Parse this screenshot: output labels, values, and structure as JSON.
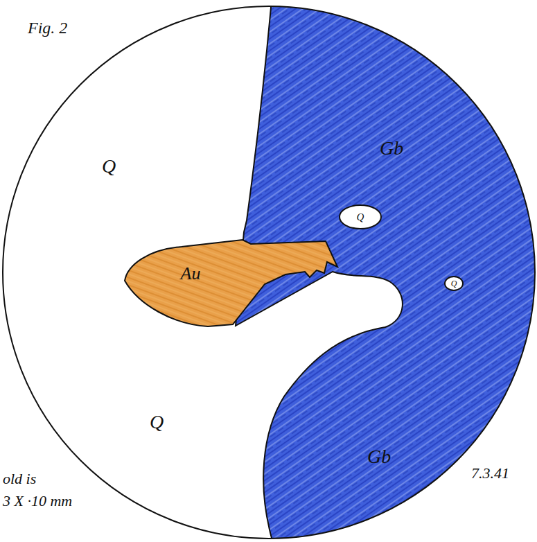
{
  "diagram": {
    "nodes": [
      {
        "text": [
          "Gb",
          "Gb"
        ]
      },
      {
        "text": [
          "Q"
        ],
        "in": 0
      },
      {
        "text": [
          "Q"
        ],
        "in": 0
      },
      {
        "text": [
          "Au"
        ]
      }
    ],
    "labels": [
      "Fig. 2",
      "Q",
      "Q",
      "7.3.41",
      "old is",
      "3 X ·10 mm"
    ]
  }
}
